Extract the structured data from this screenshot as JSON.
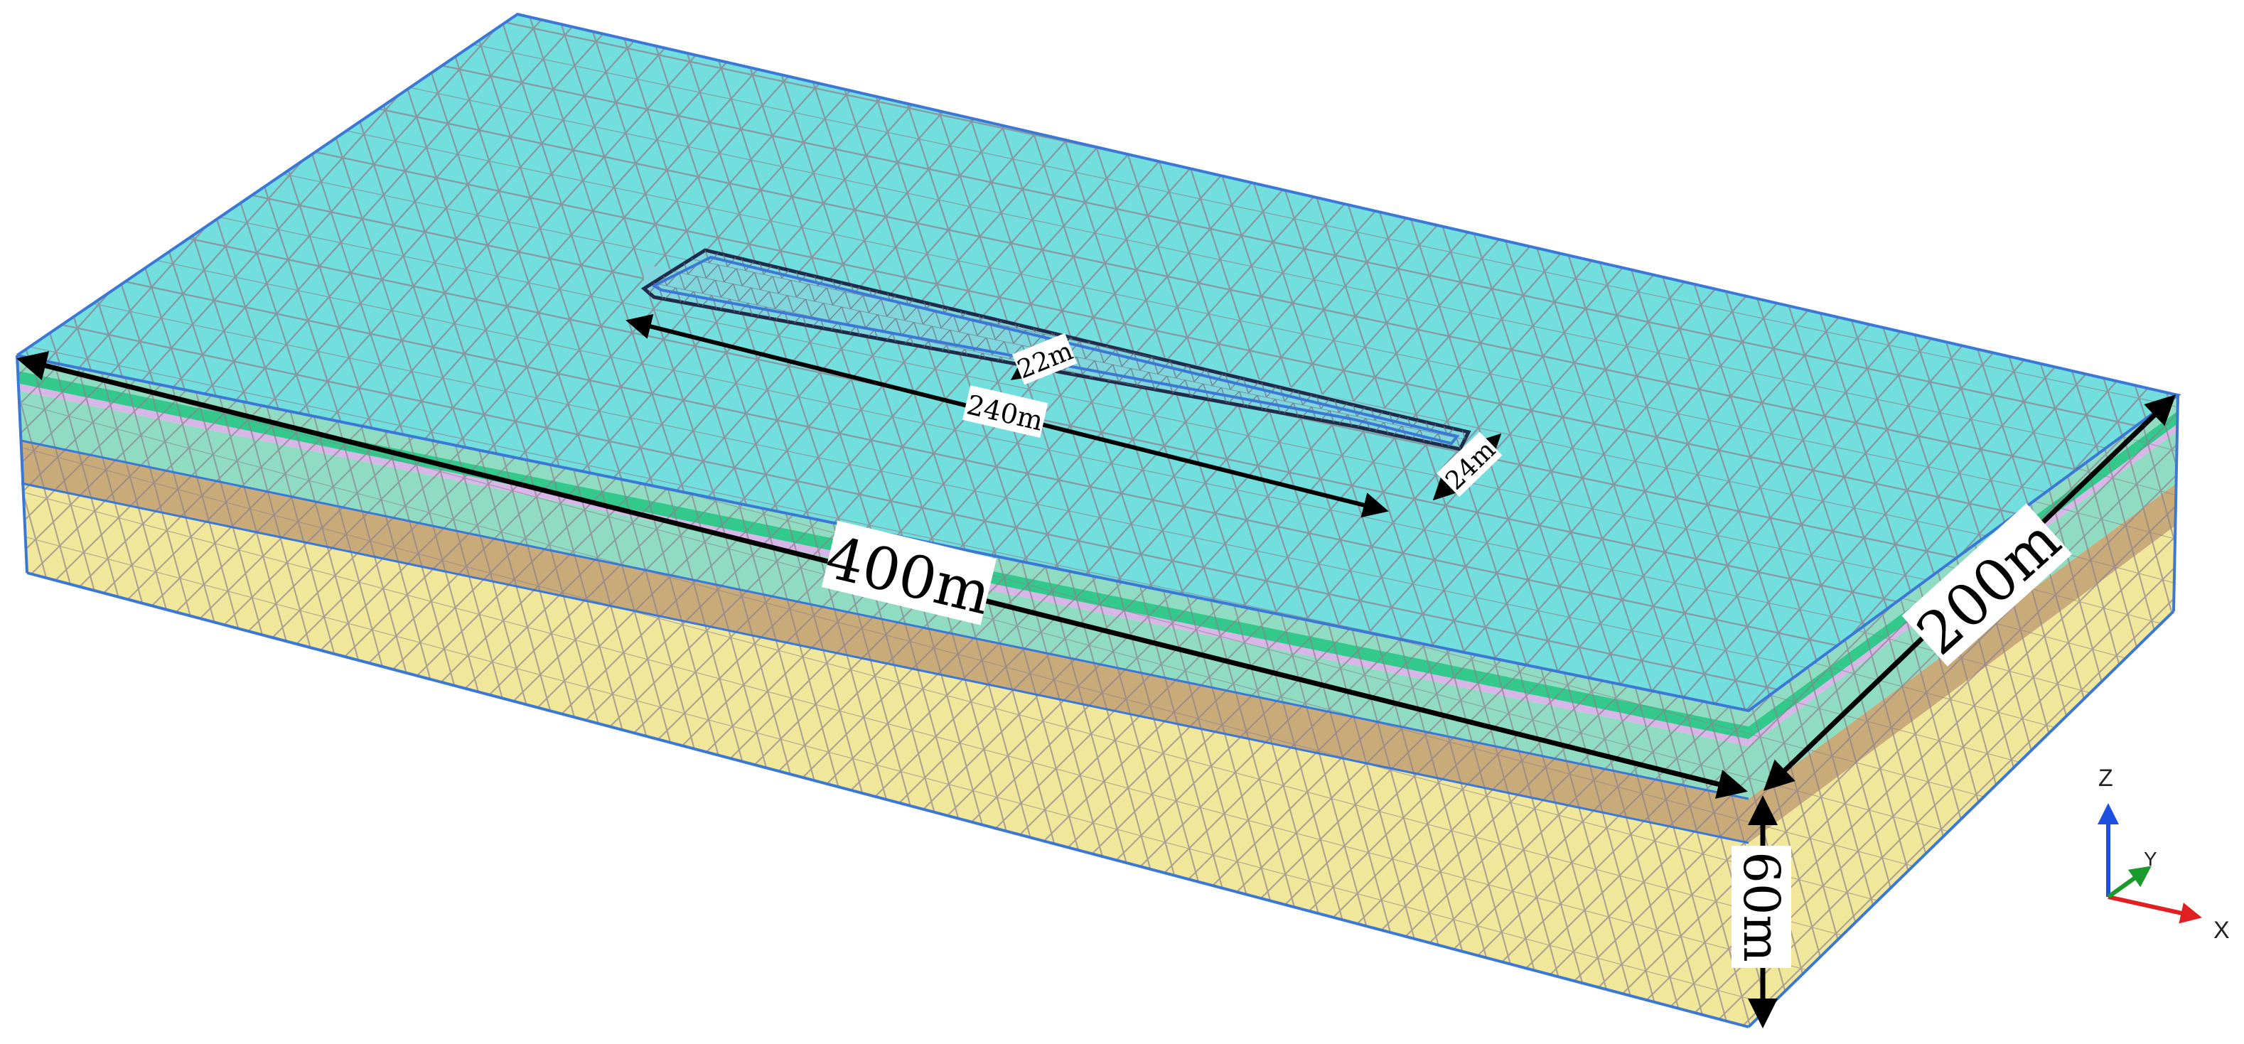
{
  "dimensions": {
    "length": "400m",
    "width": "200m",
    "depth": "60m",
    "pit_length": "240m",
    "pit_width_narrow": "22m",
    "pit_width_end": "24m"
  },
  "axes": {
    "x": "X",
    "y": "Y",
    "z": "Z"
  },
  "colors": {
    "top_surface": "#73dede",
    "layer_fill_teal": "#8fdcc3",
    "layer_green": "#33c98c",
    "layer_pink": "#d9b6e8",
    "layer_brown": "#c9ab7a",
    "layer_yellow": "#f0e79a",
    "mesh_line": "#8a7f8a",
    "edge_blue": "#3b78d6",
    "axis_x": "#e02020",
    "axis_y": "#1a9a2a",
    "axis_z": "#1f4fe0"
  }
}
